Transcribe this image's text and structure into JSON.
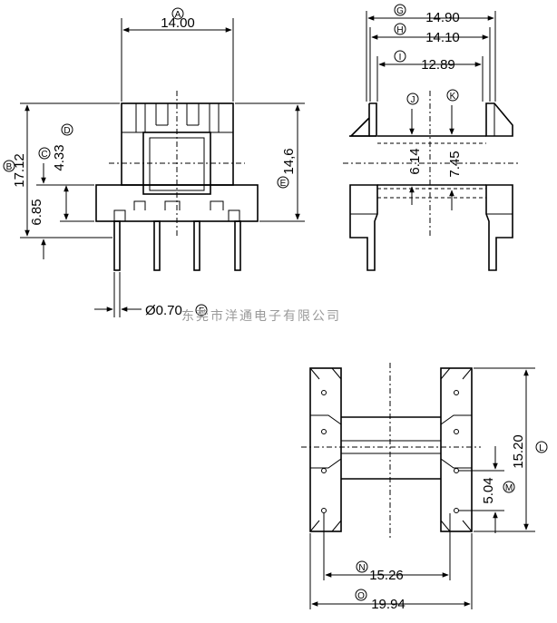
{
  "dimensions": [
    {
      "id": "A",
      "value": "14.00"
    },
    {
      "id": "B",
      "value": "17.12"
    },
    {
      "id": "C",
      "value": "6.85"
    },
    {
      "id": "D",
      "value": "4.33"
    },
    {
      "id": "E",
      "value": "14,6"
    },
    {
      "id": "F",
      "value": "Ø0.70"
    },
    {
      "id": "G",
      "value": "14.90"
    },
    {
      "id": "H",
      "value": "14.10"
    },
    {
      "id": "I",
      "value": "12.89"
    },
    {
      "id": "J",
      "value": "6.14"
    },
    {
      "id": "K",
      "value": "7.45"
    },
    {
      "id": "L",
      "value": "15.20"
    },
    {
      "id": "M",
      "value": "5.04"
    },
    {
      "id": "N",
      "value": "15.26"
    },
    {
      "id": "O",
      "value": "19.94"
    }
  ],
  "watermark": "东莞市洋通电子有限公司"
}
